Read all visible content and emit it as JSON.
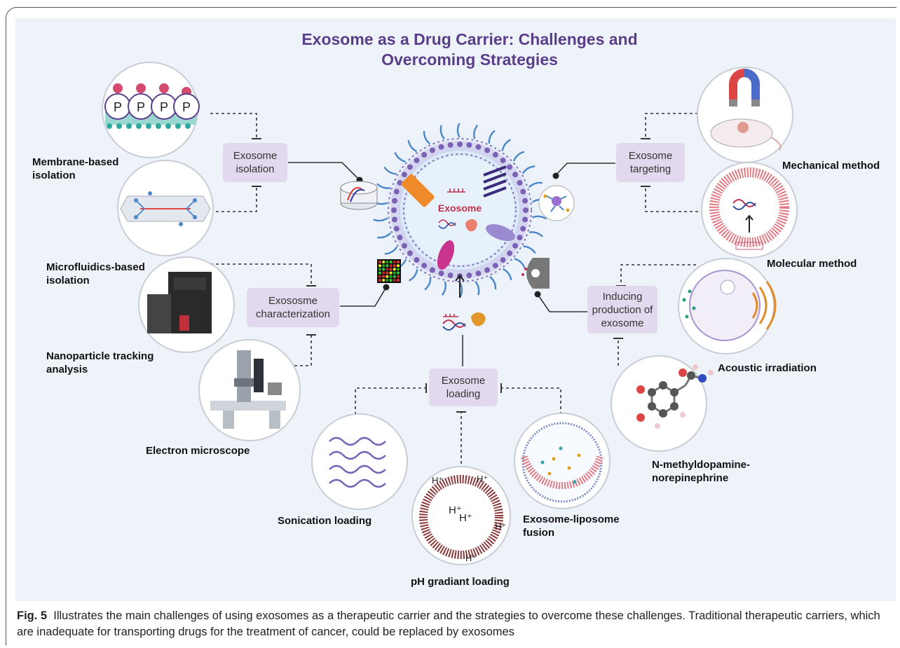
{
  "title_line1": "Exosome as a Drug Carrier: Challenges and",
  "title_line2": "Overcoming Strategies",
  "center_label": "Exosome",
  "categories": {
    "isolation": "Exosome isolation",
    "characterization": "Exososme characterization",
    "loading": "Exosome loading",
    "targeting": "Exosome targeting",
    "production": "Inducing production of exosome"
  },
  "methods": {
    "membrane": "Membrane-based isolation",
    "microfluidics": "Microfluidics-based isolation",
    "nta": "Nanoparticle tracking analysis",
    "em": "Electron microscope",
    "sonication": "Sonication loading",
    "ph": "pH gradiant loading",
    "fusion": "Exosome-liposome fusion",
    "mechanical": "Mechanical method",
    "molecular": "Molecular method",
    "acoustic": "Acoustic irradiation",
    "nmd": "N-methyldopamine-norepinephrine"
  },
  "membrane_letter": "P",
  "proton_label": "H⁺",
  "caption": {
    "fig": "Fig. 5",
    "text": "Illustrates the main challenges of using exosomes as a therapeutic carrier and the strategies to overcome these challenges. Traditional therapeutic carriers, which are inadequate for transporting drugs for the treatment of cancer, could be replaced by exosomes"
  },
  "colors": {
    "title": "#5b3e8a",
    "category_bg": "#e3d9ee",
    "panel_bg": "#eef3f9",
    "membrane": "#8a6fc0",
    "exosome_text": "#c0304b"
  }
}
